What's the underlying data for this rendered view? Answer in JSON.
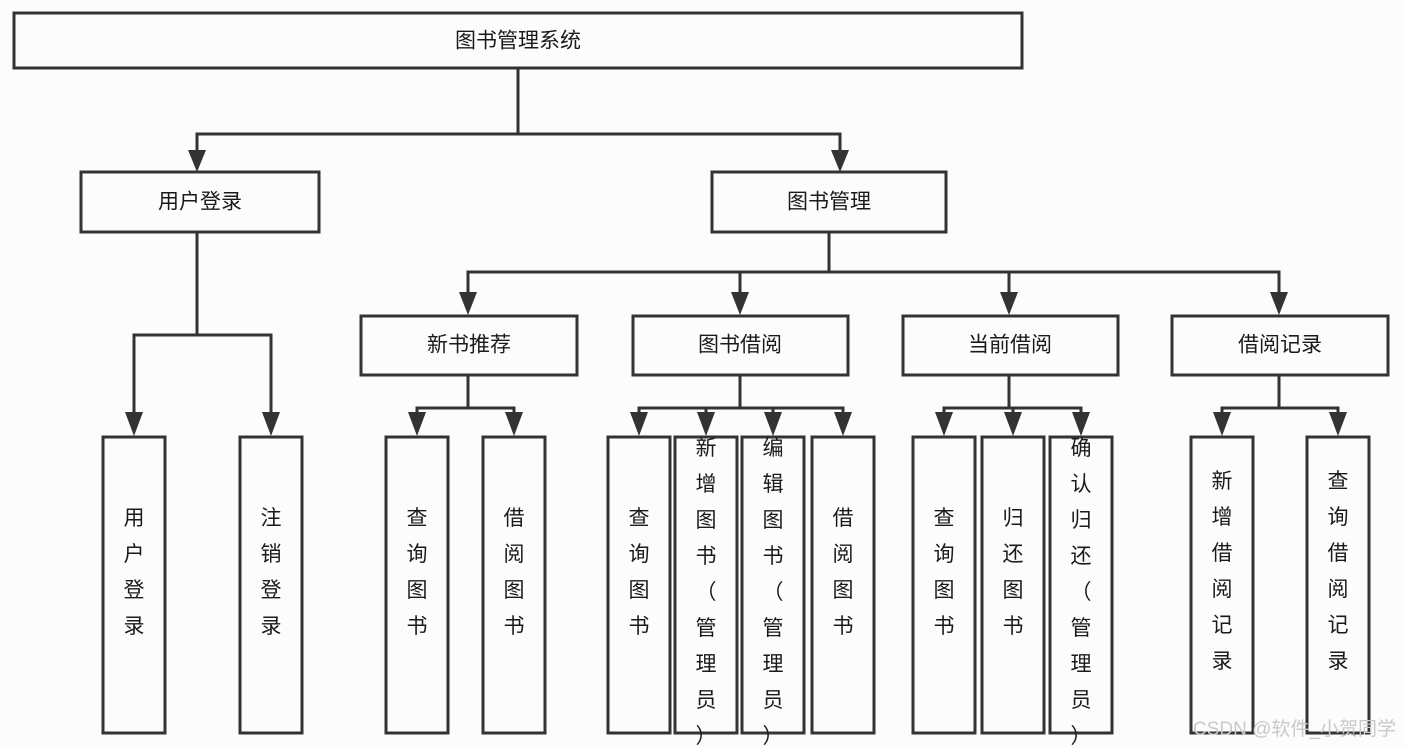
{
  "diagram": {
    "title": "图书管理系统",
    "type": "tree-hierarchy",
    "root": {
      "id": "root",
      "label": "图书管理系统"
    },
    "level1": [
      {
        "id": "user-login",
        "label": "用户登录"
      },
      {
        "id": "book-manage",
        "label": "图书管理"
      }
    ],
    "level2": [
      {
        "id": "new-book-recommend",
        "label": "新书推荐",
        "parent": "book-manage"
      },
      {
        "id": "book-borrow",
        "label": "图书借阅",
        "parent": "book-manage"
      },
      {
        "id": "current-borrow",
        "label": "当前借阅",
        "parent": "book-manage"
      },
      {
        "id": "borrow-record",
        "label": "借阅记录",
        "parent": "book-manage"
      }
    ],
    "leaves": [
      {
        "id": "leaf-user-login",
        "label": "用户登录",
        "parent": "user-login"
      },
      {
        "id": "leaf-logout-login",
        "label": "注销登录",
        "parent": "user-login"
      },
      {
        "id": "leaf-query-book-1",
        "label": "查询图书",
        "parent": "new-book-recommend"
      },
      {
        "id": "leaf-borrow-book-1",
        "label": "借阅图书",
        "parent": "new-book-recommend"
      },
      {
        "id": "leaf-query-book-2",
        "label": "查询图书",
        "parent": "book-borrow"
      },
      {
        "id": "leaf-add-book",
        "label": "新增图书（管理员）",
        "parent": "book-borrow"
      },
      {
        "id": "leaf-edit-book",
        "label": "编辑图书（管理员）",
        "parent": "book-borrow"
      },
      {
        "id": "leaf-borrow-book-2",
        "label": "借阅图书",
        "parent": "book-borrow"
      },
      {
        "id": "leaf-query-book-3",
        "label": "查询图书",
        "parent": "current-borrow"
      },
      {
        "id": "leaf-return-book",
        "label": "归还图书",
        "parent": "current-borrow"
      },
      {
        "id": "leaf-confirm-return",
        "label": "确认归还（管理员）",
        "parent": "current-borrow"
      },
      {
        "id": "leaf-add-record",
        "label": "新增借阅记录",
        "parent": "borrow-record"
      },
      {
        "id": "leaf-query-record",
        "label": "查询借阅记录",
        "parent": "borrow-record"
      }
    ]
  },
  "watermark": {
    "text": "CSDN @软件_小贺同学"
  },
  "colors": {
    "background": "#fcfcfc",
    "stroke": "#333333",
    "box_fill": "#fcfcfc",
    "text": "#1a1a1a",
    "watermark": "#c9c9c9"
  }
}
